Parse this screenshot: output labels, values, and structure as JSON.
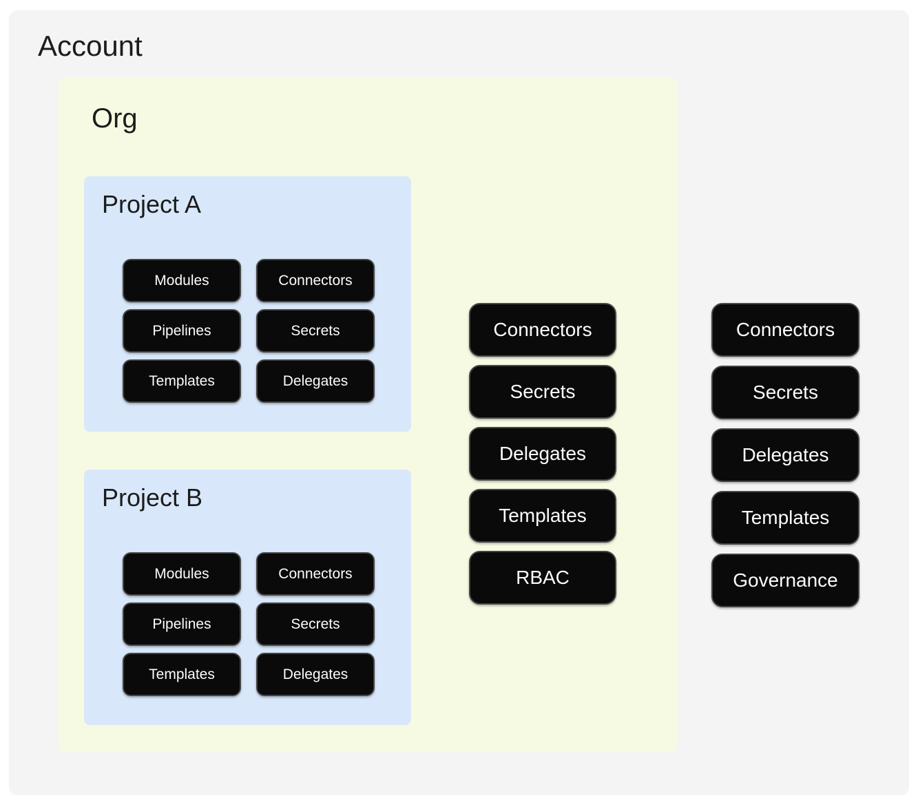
{
  "account": {
    "label": "Account",
    "resources": [
      "Connectors",
      "Secrets",
      "Delegates",
      "Templates",
      "Governance"
    ]
  },
  "org": {
    "label": "Org",
    "resources": [
      "Connectors",
      "Secrets",
      "Delegates",
      "Templates",
      "RBAC"
    ],
    "projects": [
      {
        "label": "Project A",
        "resources": [
          "Modules",
          "Connectors",
          "Pipelines",
          "Secrets",
          "Templates",
          "Delegates"
        ]
      },
      {
        "label": "Project B",
        "resources": [
          "Modules",
          "Connectors",
          "Pipelines",
          "Secrets",
          "Templates",
          "Delegates"
        ]
      }
    ]
  },
  "colors": {
    "account_bg": "#f4f4f5",
    "org_bg": "#f7fae3",
    "project_bg": "#d8e8fa",
    "node_bg": "#0a0a0a",
    "node_border": "#454545",
    "node_text": "#fcfcfc",
    "heading_text": "#1c1c1c"
  }
}
